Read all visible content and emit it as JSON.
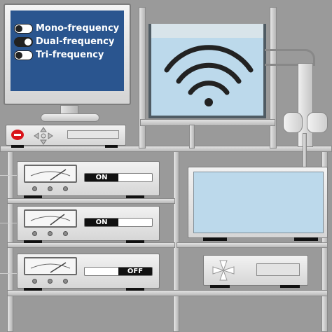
{
  "monitor": {
    "options": [
      {
        "label": "Mono-frequency",
        "selected": false
      },
      {
        "label": "Dual-frequency",
        "selected": true
      },
      {
        "label": "Tri-frequency",
        "selected": false
      }
    ]
  },
  "units": [
    {
      "state": "on",
      "label": "ON"
    },
    {
      "state": "on",
      "label": "ON"
    },
    {
      "state": "off",
      "label": "OFF"
    }
  ],
  "colors": {
    "screen": "#2a558f",
    "water": "#bcd9eb",
    "display": "#bcd9eb",
    "background": "#9a9a9a",
    "logo": "#d9141b"
  }
}
